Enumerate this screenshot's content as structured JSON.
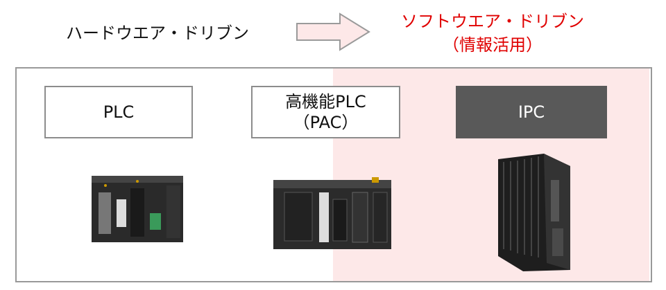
{
  "header": {
    "from_label": "ハードウエア・ドリブン",
    "to_label": "ソフトウエア・ドリブン",
    "to_sublabel": "（情報活用）"
  },
  "colors": {
    "accent": "#e00000",
    "pink": "#fde8e8",
    "ipc_box": "#595959"
  },
  "categories": [
    {
      "label": "PLC"
    },
    {
      "label": "高機能PLC",
      "sublabel": "（PAC）"
    },
    {
      "label": "IPC"
    }
  ]
}
